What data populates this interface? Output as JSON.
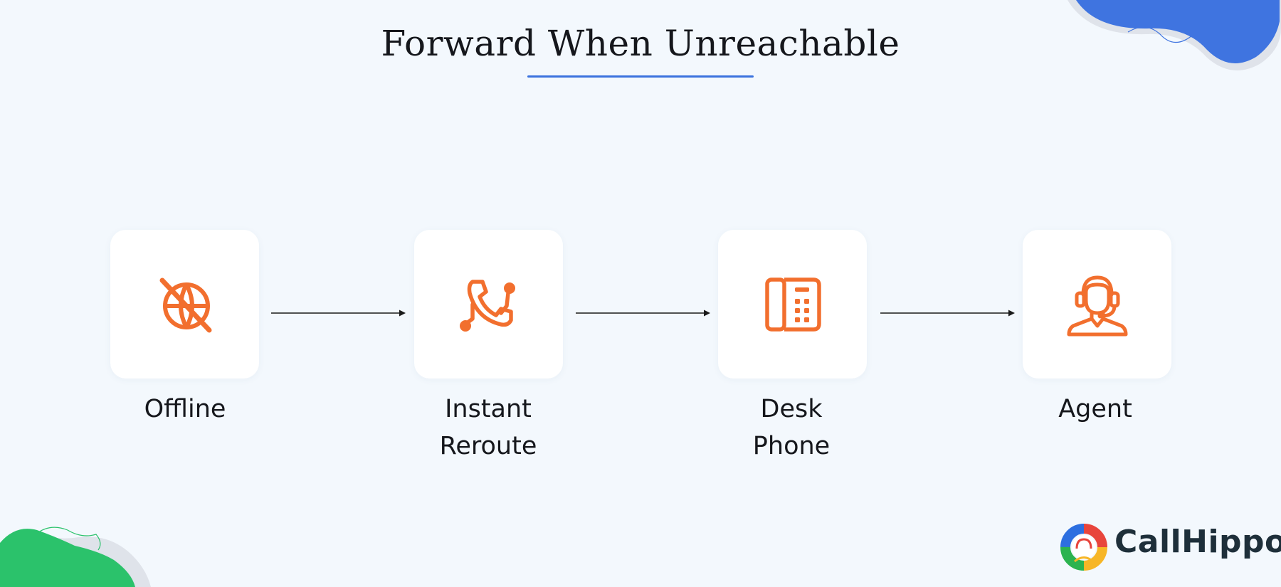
{
  "title": "Forward When Unreachable",
  "colors": {
    "background": "#f3f8fd",
    "accent": "#3a72de",
    "icon": "#f26f2e",
    "deco_green": "#2bc26b",
    "brand_text": "#1e2f3a"
  },
  "steps": [
    {
      "label_lines": [
        "Offline"
      ],
      "icon": "globe-slash-icon"
    },
    {
      "label_lines": [
        "Instant",
        "Reroute"
      ],
      "icon": "phone-route-icon"
    },
    {
      "label_lines": [
        "Desk",
        "Phone"
      ],
      "icon": "desk-phone-icon"
    },
    {
      "label_lines": [
        "Agent"
      ],
      "icon": "headset-agent-icon"
    }
  ],
  "brand": {
    "name": "CallHippo",
    "icon": "callhippo-logo-icon"
  }
}
